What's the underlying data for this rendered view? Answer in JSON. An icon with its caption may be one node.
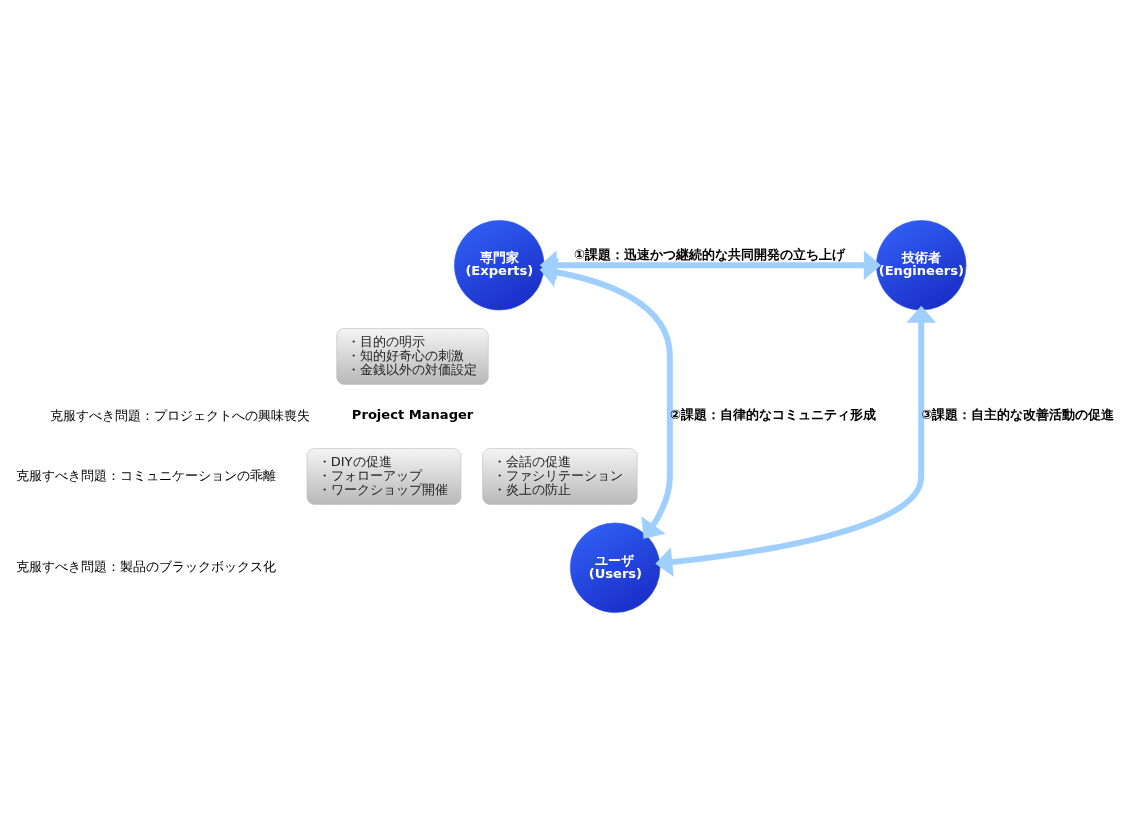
{
  "diagram": {
    "nodes": [
      {
        "text": [
          "専門家 (Experts)"
        ]
      },
      {
        "text": [
          "技術者 (Engineers)"
        ]
      },
      {
        "text": [
          "・目的の明示",
          "・知的好奇心の刺激",
          "・金銭以外の対価設定"
        ]
      },
      {
        "text": [
          "Project Manager"
        ]
      },
      {
        "text": [
          "・DIYの促進",
          "・フォローアップ",
          "・ワークショップ開催"
        ]
      },
      {
        "text": [
          "・会話の促進",
          "・ファシリテーション",
          "・炎上の防止"
        ]
      },
      {
        "text": [
          "ユーザ (Users)"
        ]
      }
    ],
    "edges": [
      {
        "from": 0,
        "to": 1,
        "arrow": "both",
        "label": "①課題：迅速かつ継続的な共同開発の立ち上げ"
      },
      {
        "from": 0,
        "to": 6,
        "arrow": "both",
        "label": "②課題：自律的なコミュニティ形成"
      },
      {
        "from": 1,
        "to": 6,
        "arrow": "both",
        "label": "③課題：自主的な改善活動の促進"
      }
    ],
    "labels": [
      "克服すべき問題：プロジェクトへの興味喪失",
      "克服すべき問題：コミュニケーションの乖離",
      "克服すべき問題：製品のブラックボックス化"
    ]
  }
}
